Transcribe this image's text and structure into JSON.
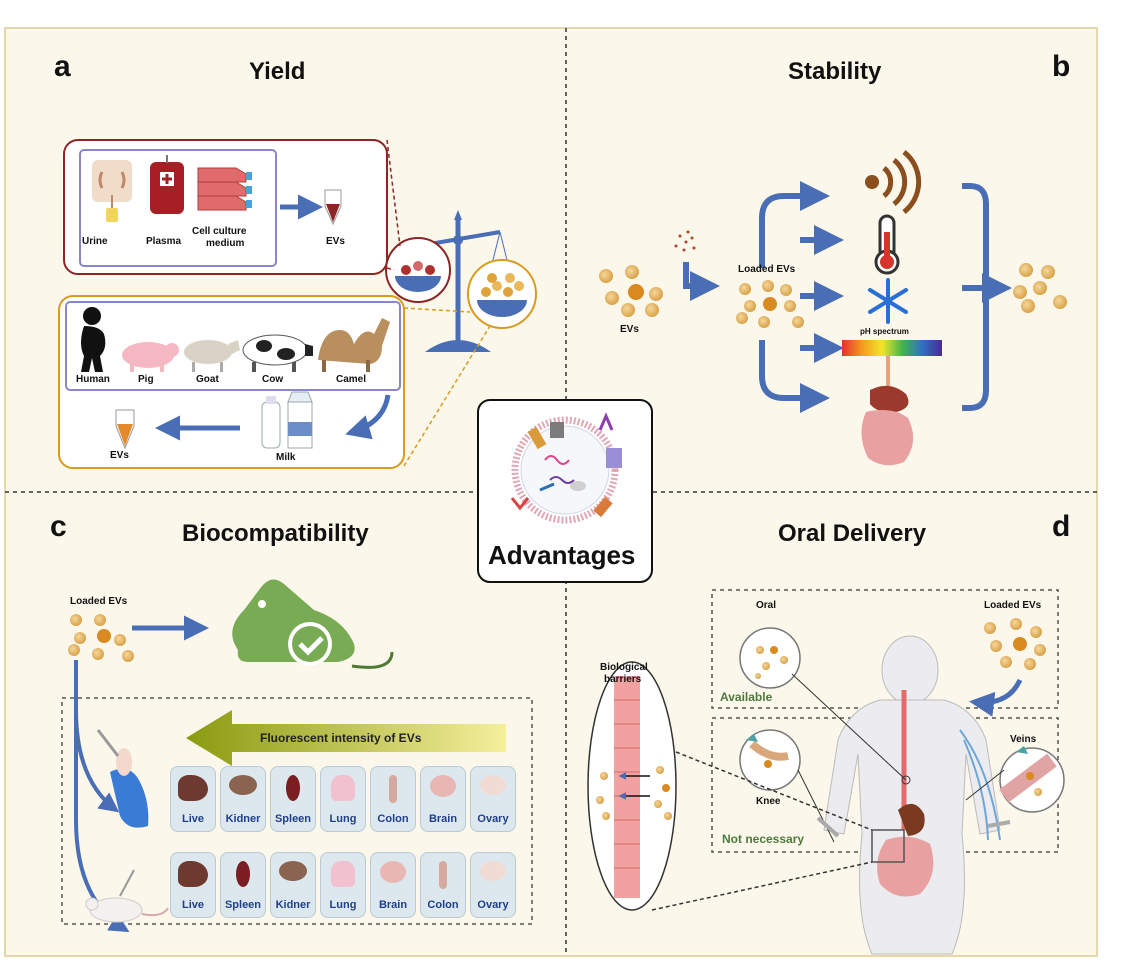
{
  "colors": {
    "background": "#fbf7ea",
    "border": "#e5d7a8",
    "arrow_blue": "#4a6eb5",
    "dark_red": "#8c2525",
    "orange": "#d99a1e",
    "lavender": "#8a86c8",
    "mouse_green": "#79ab55",
    "organ_box": "#dde8ee",
    "organ_label": "#1e3f8c",
    "green_text": "#4c7a3c"
  },
  "center": {
    "title": "Advantages"
  },
  "panel_a": {
    "letter": "a",
    "title": "Yield",
    "sources_top": [
      "Urine",
      "Plasma",
      "Cell culture",
      "medium"
    ],
    "evs_top": "EVs",
    "animals": [
      "Human",
      "Pig",
      "Goat",
      "Cow",
      "Camel"
    ],
    "milk": "Milk",
    "evs_bottom": "EVs"
  },
  "panel_b": {
    "letter": "b",
    "title": "Stability",
    "evs": "EVs",
    "loaded_evs": "Loaded EVs",
    "ph_spectrum": "pH spectrum",
    "conditions": [
      "ultrasound-icon",
      "thermometer-icon",
      "snowflake-icon",
      "ph-bar",
      "digestive-tract-icon"
    ]
  },
  "panel_c": {
    "letter": "c",
    "title": "Biocompatibility",
    "loaded_evs": "Loaded EVs",
    "gradient_arrow": "Fluorescent intensity of EVs",
    "organs_row1": [
      "Live",
      "Kidner",
      "Spleen",
      "Lung",
      "Colon",
      "Brain",
      "Ovary"
    ],
    "organs_row2": [
      "Live",
      "Spleen",
      "Kidner",
      "Lung",
      "Brain",
      "Colon",
      "Ovary"
    ]
  },
  "panel_d": {
    "letter": "d",
    "title": "Oral Delivery",
    "oral": "Oral",
    "loaded_evs": "Loaded EVs",
    "available": "Available",
    "barriers_line1": "Biological",
    "barriers_line2": "barriers",
    "knee": "Knee",
    "veins": "Veins",
    "not_necessary": "Not necessary"
  }
}
